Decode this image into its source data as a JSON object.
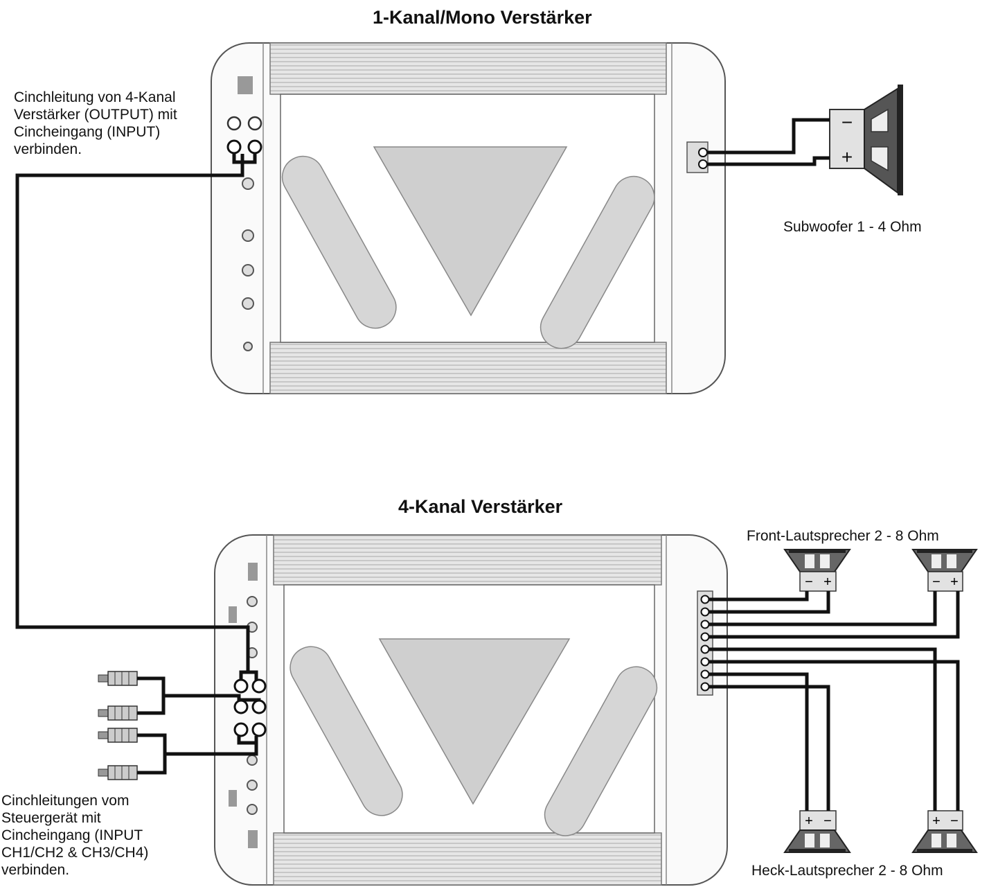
{
  "titles": {
    "mono_amp": "1-Kanal/Mono Verstärker",
    "four_ch_amp": "4-Kanal Verstärker"
  },
  "notes": {
    "top_left": "Cinchleitung von 4-Kanal\nVerstärker (OUTPUT) mit\nCincheingang (INPUT)\nverbinden.",
    "bottom_left": "Cinchleitungen  vom\nSteuergerät mit\nCincheingang (INPUT\nCH1/CH2 & CH3/CH4)\nverbinden."
  },
  "speakers": {
    "subwoofer": "Subwoofer  1 - 4 Ohm",
    "front": "Front-Lautsprecher 2 - 8 Ohm",
    "rear": "Heck-Lautsprecher 2 - 8 Ohm"
  },
  "polarity": {
    "minus": "−",
    "plus": "+"
  },
  "colors": {
    "wire": "#111111",
    "panel": "#f4f4f4",
    "heatsink": "#d9d9d9",
    "logo": "#cfcfcf"
  }
}
